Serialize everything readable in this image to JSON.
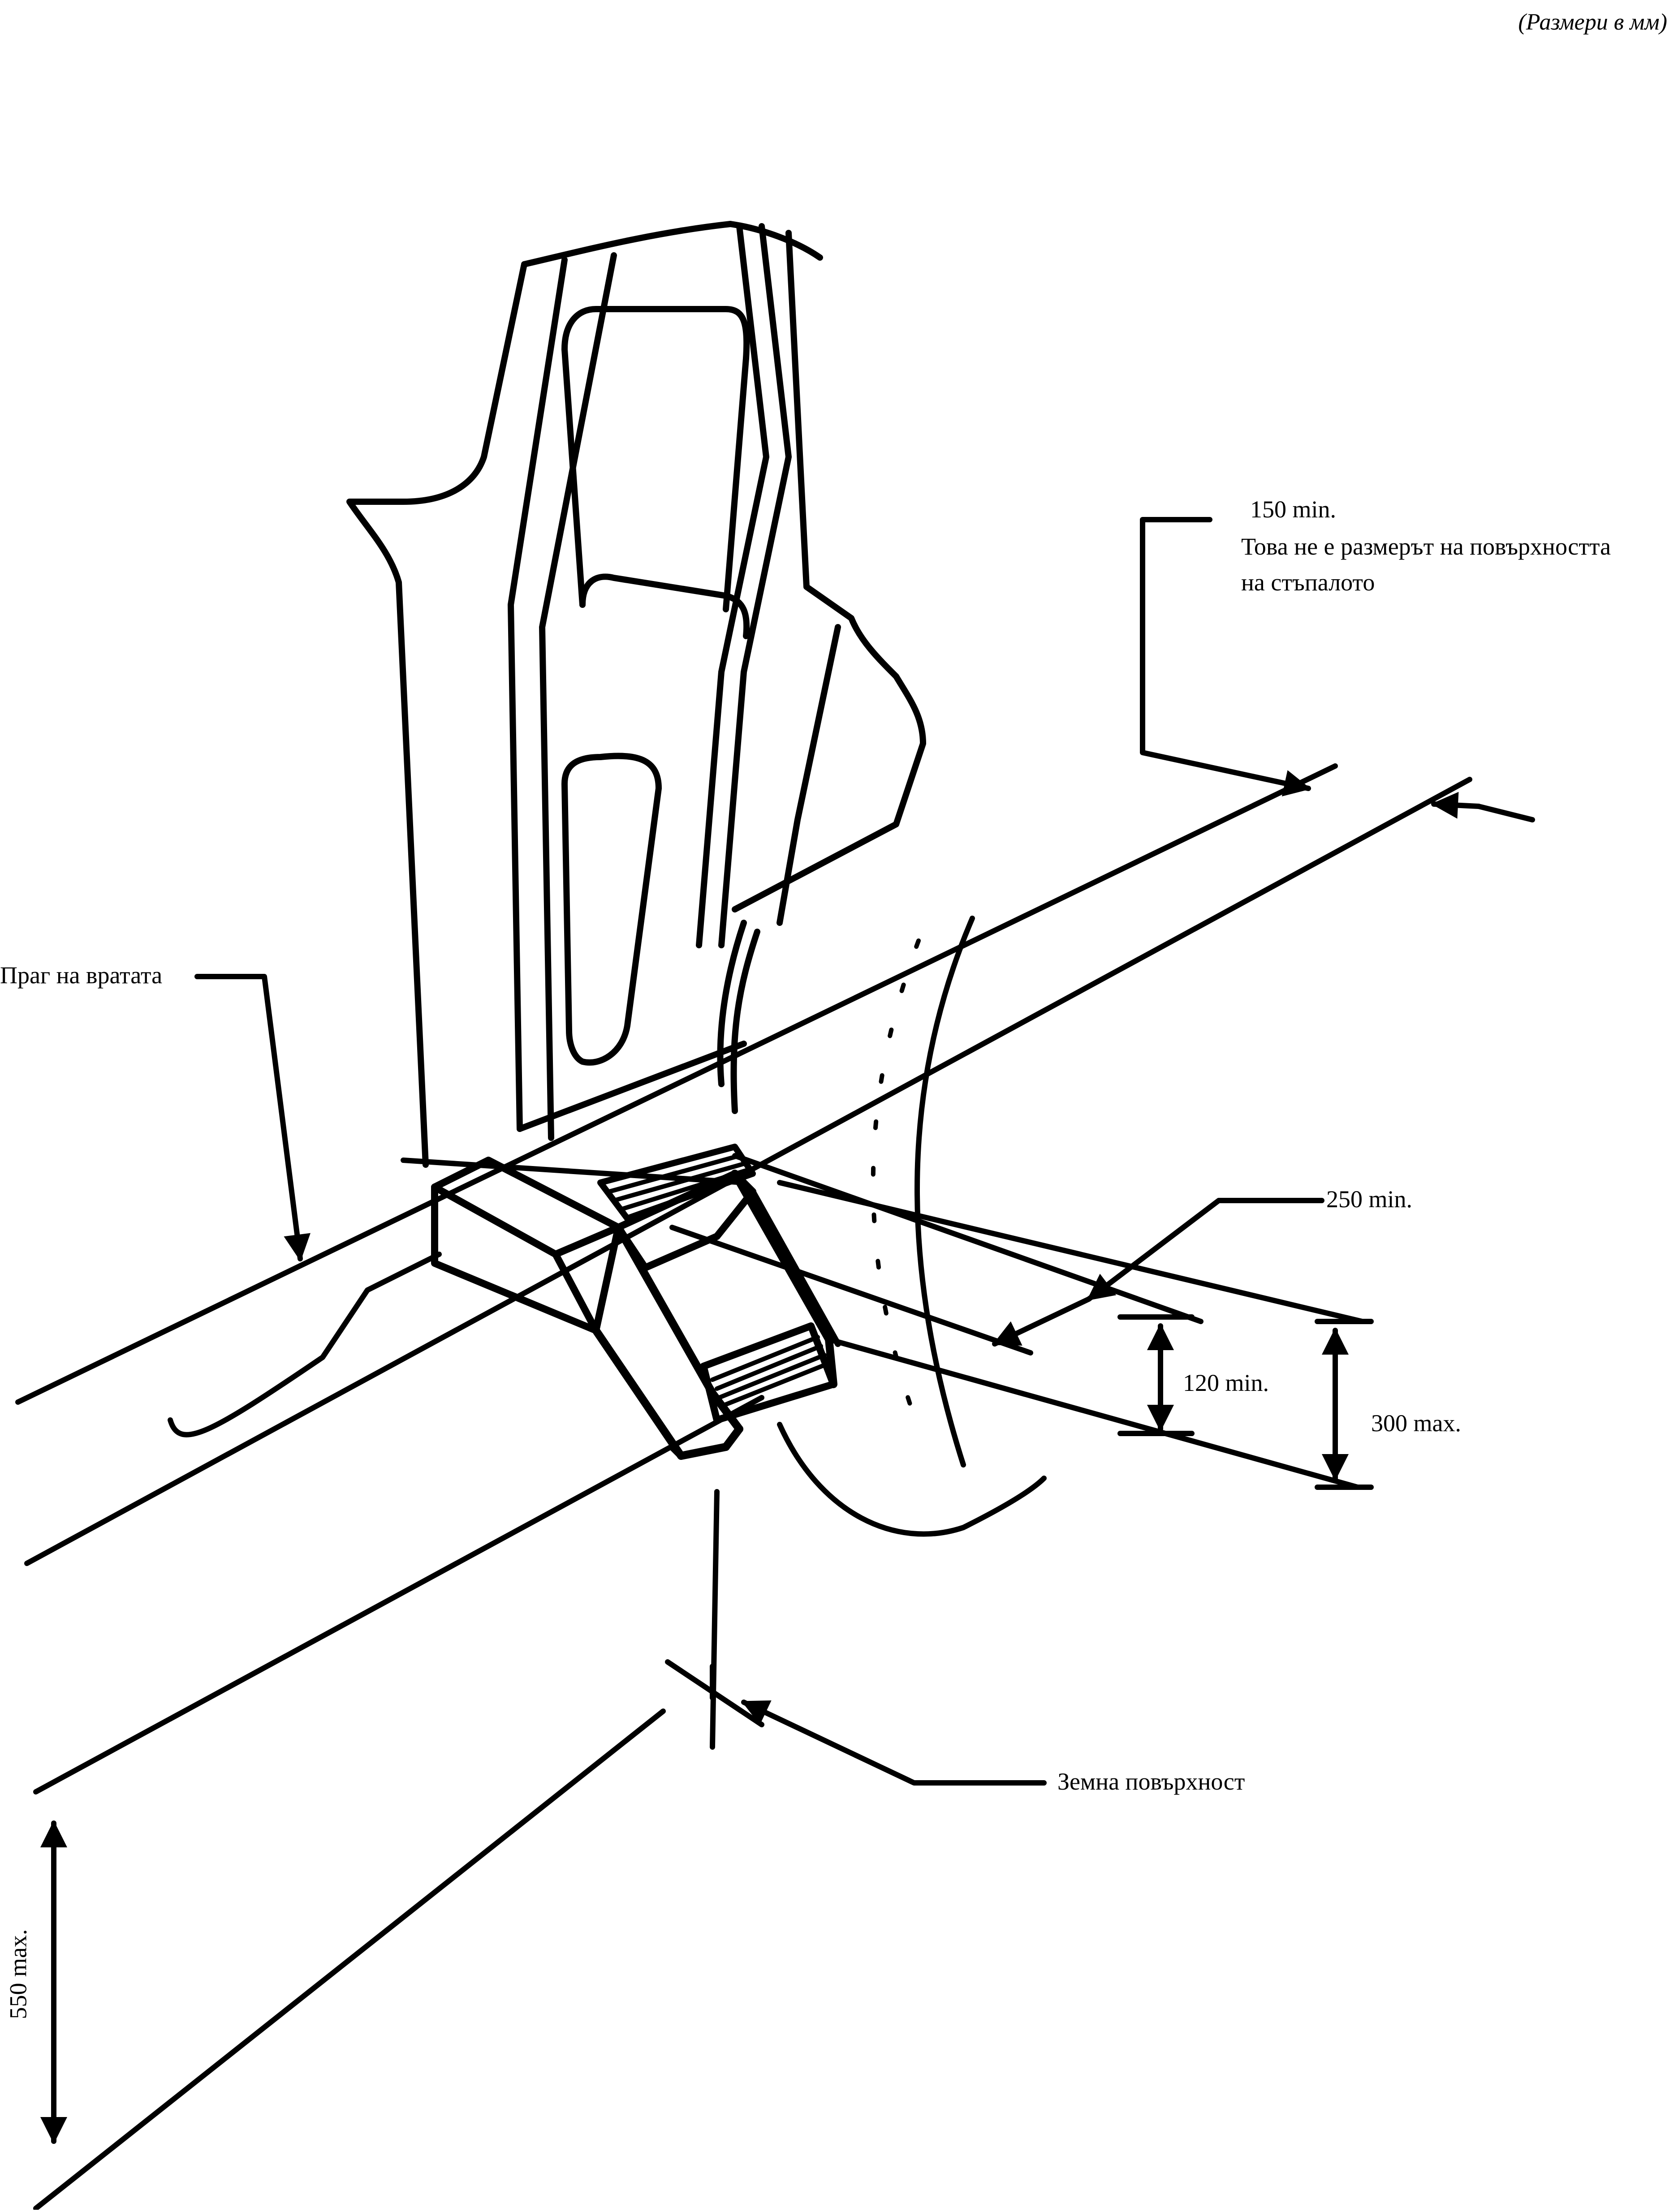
{
  "header": {
    "units_note": "(Размери в мм)"
  },
  "labels": {
    "dim_150": "150 min.",
    "note_line1": "Това не е размерът на повърхността",
    "note_line2": "на стъпалото",
    "door_sill": "Праг на вратата",
    "dim_250": "250 min.",
    "dim_120": "120 min.",
    "dim_300": "300 max.",
    "ground": "Земна повърхност",
    "dim_550": "550 max."
  },
  "colors": {
    "ink": "#000000",
    "paper": "#ffffff"
  }
}
